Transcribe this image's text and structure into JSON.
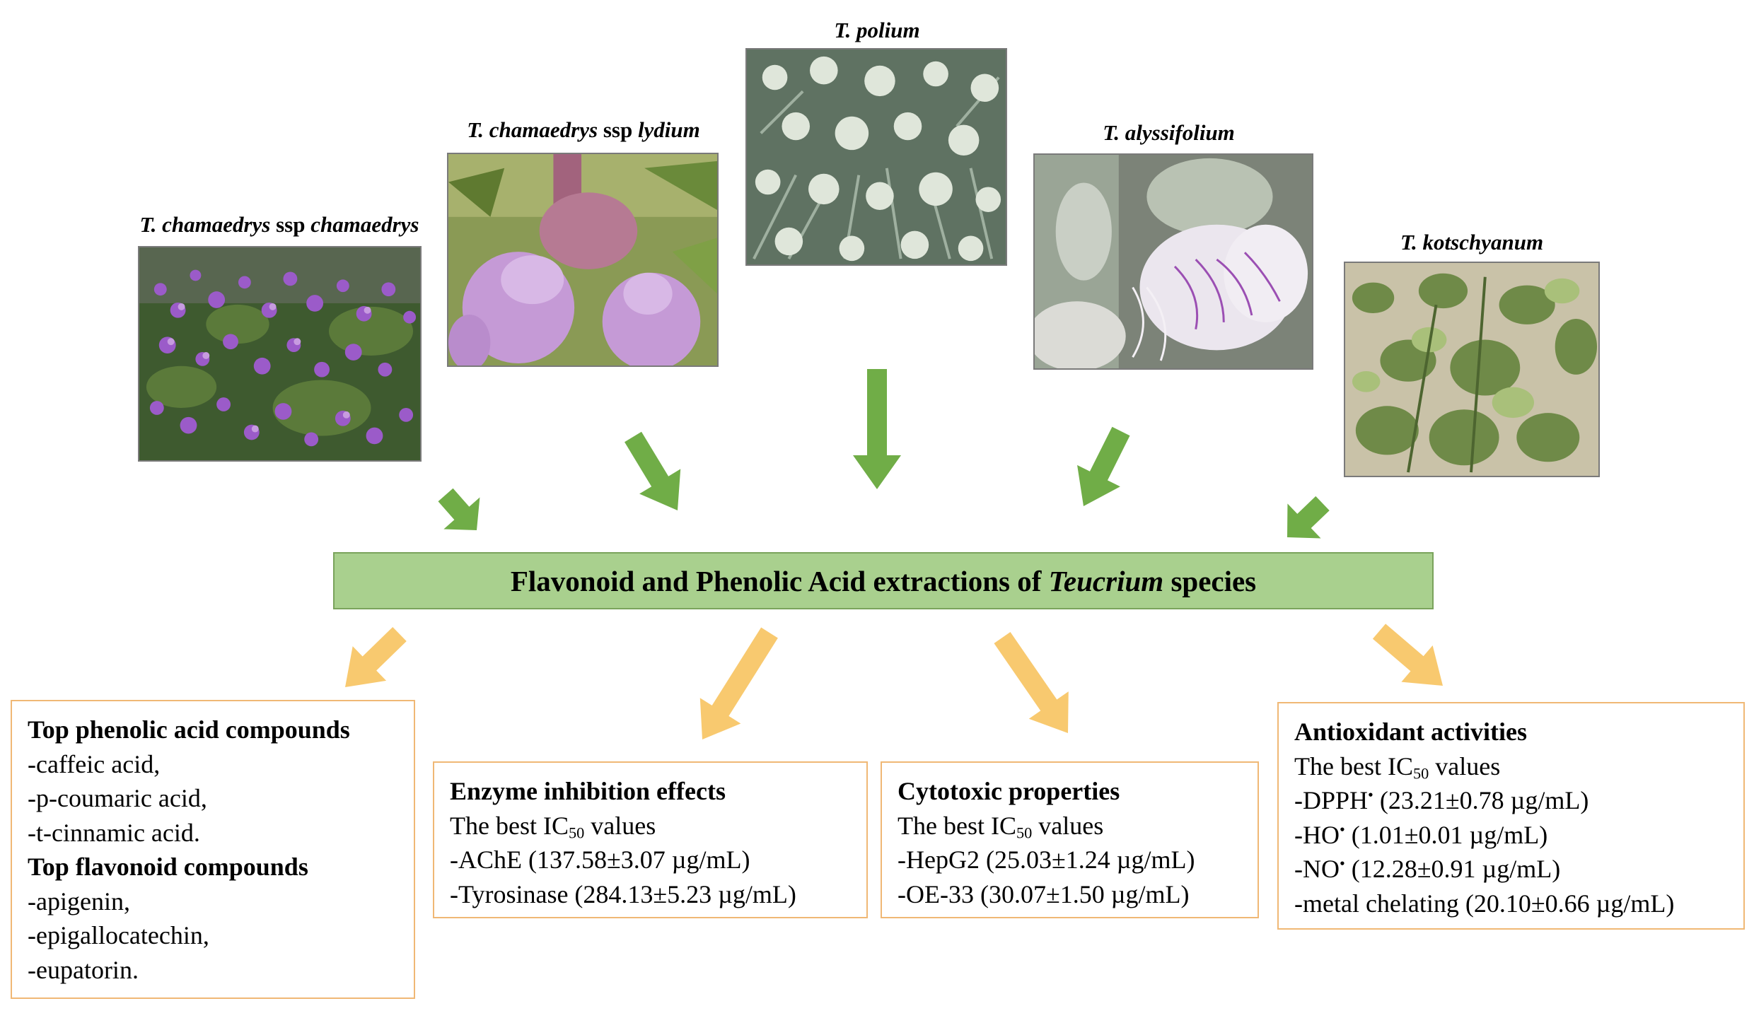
{
  "species": [
    {
      "id": "chamaedrys",
      "name_italic_1": "T. chamaedrys",
      "name_plain": " ssp ",
      "name_italic_2": "chamaedrys"
    },
    {
      "id": "lydium",
      "name_italic_1": "T. chamaedrys",
      "name_plain": " ssp ",
      "name_italic_2": "lydium"
    },
    {
      "id": "polium",
      "name_italic_1": "T. polium",
      "name_plain": "",
      "name_italic_2": ""
    },
    {
      "id": "alyssifolium",
      "name_italic_1": "T. alyssifolium",
      "name_plain": "",
      "name_italic_2": ""
    },
    {
      "id": "kotschyanum",
      "name_italic_1": "T. kotschyanum",
      "name_plain": "",
      "name_italic_2": ""
    }
  ],
  "banner": {
    "text_before": "Flavonoid and Phenolic Acid extractions of ",
    "text_italic": "Teucrium",
    "text_after": " species"
  },
  "boxes": {
    "compounds": {
      "heading1": "Top phenolic acid compounds",
      "phenolic": [
        "-caffeic acid,",
        "-p-coumaric acid,",
        "-t-cinnamic acid."
      ],
      "heading2": "Top flavonoid compounds",
      "flavonoid": [
        "-apigenin,",
        "-epigallocatechin,",
        "-eupatorin."
      ]
    },
    "enzyme": {
      "heading": "Enzyme inhibition effects",
      "best_prefix": "The best IC",
      "best_sub": "50",
      "best_suffix": " values",
      "items": [
        "-AChE (137.58±3.07 µg/mL)",
        "-Tyrosinase (284.13±5.23 µg/mL)"
      ]
    },
    "cytotoxic": {
      "heading": "Cytotoxic properties",
      "best_prefix": "The best IC",
      "best_sub": "50",
      "best_suffix": " values",
      "items": [
        "-HepG2 (25.03±1.24 µg/mL)",
        "-OE-33 (30.07±1.50 µg/mL)"
      ]
    },
    "antioxidant": {
      "heading": "Antioxidant activities",
      "best_prefix": "The best IC",
      "best_sub": "50",
      "best_suffix": " values",
      "items": [
        {
          "name": "-DPPH",
          "sup": "•",
          "value": " (23.21±0.78 µg/mL)"
        },
        {
          "name": "-HO",
          "sup": "•",
          "value": " (1.01±0.01 µg/mL)"
        },
        {
          "name": "-NO",
          "sup": "•",
          "value": " (12.28±0.91 µg/mL)"
        },
        {
          "name": "-metal chelating",
          "sup": "",
          "value": " (20.10±0.66 µg/mL)"
        }
      ]
    }
  },
  "colors": {
    "green_arrow": "#70ad47",
    "orange_arrow": "#f8c96f",
    "banner_fill": "#a9d08e",
    "box_border": "#f0b875"
  }
}
